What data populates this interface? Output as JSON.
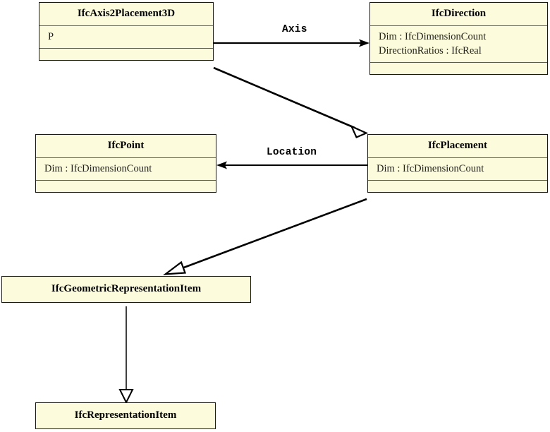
{
  "diagram": {
    "type": "uml-class-diagram",
    "title": "",
    "background_color": "#ffffff",
    "class_fill_color": "#fcfbdc",
    "class_border_color": "#1a1a12",
    "line_color": "#000000",
    "classes": [
      {
        "id": "ifc-axis2-placement-3d",
        "name": "IfcAxis2Placement3D",
        "attributes": [
          "P"
        ],
        "operations": [],
        "has_operations_compartment": true
      },
      {
        "id": "ifc-direction",
        "name": "IfcDirection",
        "attributes": [
          "Dim : IfcDimensionCount",
          "DirectionRatios : IfcReal"
        ],
        "operations": [],
        "has_operations_compartment": true
      },
      {
        "id": "ifc-point",
        "name": "IfcPoint",
        "attributes": [
          "Dim : IfcDimensionCount"
        ],
        "operations": [],
        "has_operations_compartment": true
      },
      {
        "id": "ifc-placement",
        "name": "IfcPlacement",
        "attributes": [
          "Dim : IfcDimensionCount"
        ],
        "operations": [],
        "has_operations_compartment": true
      },
      {
        "id": "ifc-geometric-representation-item",
        "name": "IfcGeometricRepresentationItem",
        "attributes": [],
        "operations": [],
        "has_operations_compartment": false
      },
      {
        "id": "ifc-representation-item",
        "name": "IfcRepresentationItem",
        "attributes": [],
        "operations": [],
        "has_operations_compartment": false
      }
    ],
    "relationships": [
      {
        "id": "axis-association",
        "kind": "association",
        "label": "Axis",
        "from": "IfcAxis2Placement3D",
        "to": "IfcDirection",
        "arrowhead": "open-arrow"
      },
      {
        "id": "location-association",
        "kind": "association",
        "label": "Location",
        "from": "IfcPlacement",
        "to": "IfcPoint",
        "arrowhead": "open-arrow"
      },
      {
        "id": "axis2placement3d-generalization",
        "kind": "generalization",
        "label": "",
        "from": "IfcAxis2Placement3D",
        "to": "IfcPlacement",
        "arrowhead": "hollow-triangle"
      },
      {
        "id": "placement-generalization",
        "kind": "generalization",
        "label": "",
        "from": "IfcPlacement",
        "to": "IfcGeometricRepresentationItem",
        "arrowhead": "hollow-triangle"
      },
      {
        "id": "geometricrepresentationitem-generalization",
        "kind": "generalization",
        "label": "",
        "from": "IfcGeometricRepresentationItem",
        "to": "IfcRepresentationItem",
        "arrowhead": "hollow-triangle"
      }
    ]
  }
}
